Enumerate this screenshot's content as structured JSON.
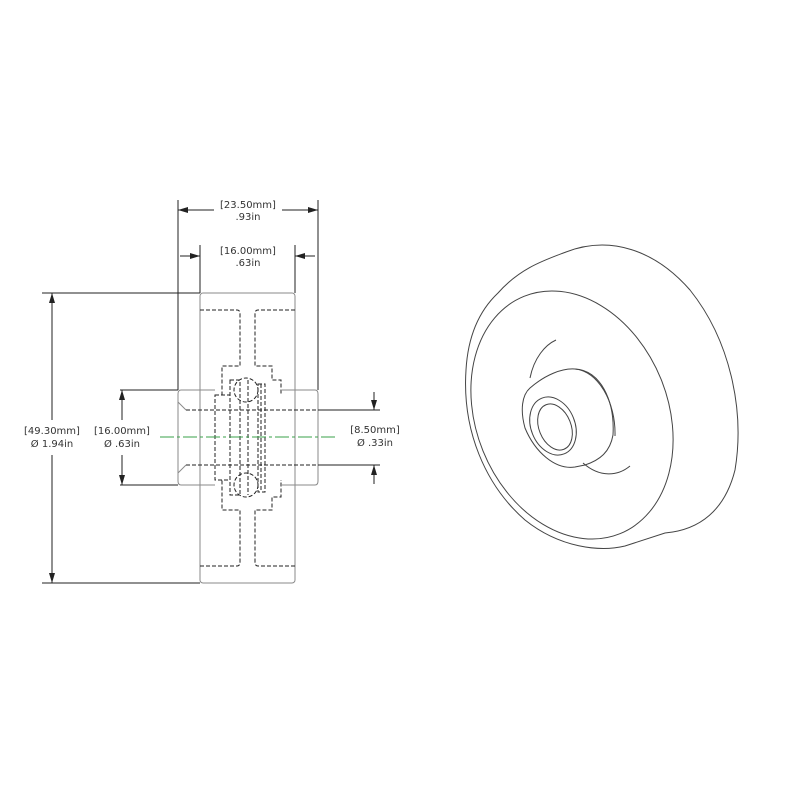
{
  "drawing": {
    "type": "technical-drawing",
    "views": [
      "section-side-view",
      "isometric-view"
    ],
    "colors": {
      "lines": "#222222",
      "hidden_lines": "#222222",
      "outline_gray": "#8a8a8a",
      "centerline": "#3aa14a",
      "background": "#ffffff"
    }
  },
  "dimensions": {
    "overall_width": {
      "mm": "[23.50mm]",
      "in": ".93in"
    },
    "rim_width": {
      "mm": "[16.00mm]",
      "in": ".63in"
    },
    "outer_diameter": {
      "mm": "[49.30mm]",
      "in": "Ø 1.94in"
    },
    "hub_diameter": {
      "mm": "[16.00mm]",
      "in": "Ø .63in"
    },
    "bore_diameter": {
      "mm": "[8.50mm]",
      "in": "Ø .33in"
    }
  }
}
